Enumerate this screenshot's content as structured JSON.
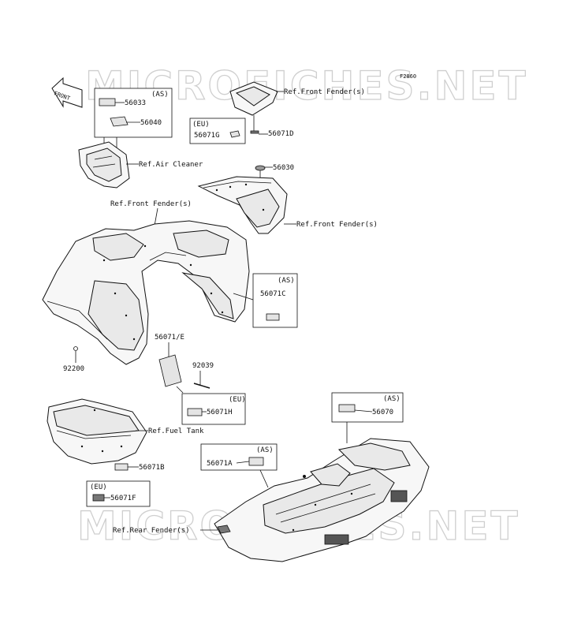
{
  "watermark": "MICROFICHES.NET",
  "figure_code": "F2860",
  "front_arrow": "FRONT",
  "boxes": {
    "as_top": "(AS)",
    "eu_left": "(EU)",
    "as_right": "(AS)",
    "eu_mid": "(EU)",
    "as_bottom_right": "(AS)",
    "as_bottom_mid": "(AS)",
    "eu_bottom_left": "(EU)"
  },
  "parts": {
    "p56033": "56033",
    "p56040": "56040",
    "p56071G": "56071G",
    "p56071D": "56071D",
    "p56030": "56030",
    "p56071C": "56071C",
    "p56071E": "56071/E",
    "p92039": "92039",
    "p92200": "92200",
    "p56071H": "56071H",
    "p56070": "56070",
    "p56071A": "56071A",
    "p56071B": "56071B",
    "p56071F": "56071F"
  },
  "refs": {
    "front_fender_top": "Ref.Front Fender(s)",
    "air_cleaner": "Ref.Air Cleaner",
    "front_fender_left": "Ref.Front Fender(s)",
    "front_fender_right": "Ref.Front Fender(s)",
    "fuel_tank": "Ref.Fuel Tank",
    "rear_fender": "Ref.Rear Fender(s)"
  }
}
